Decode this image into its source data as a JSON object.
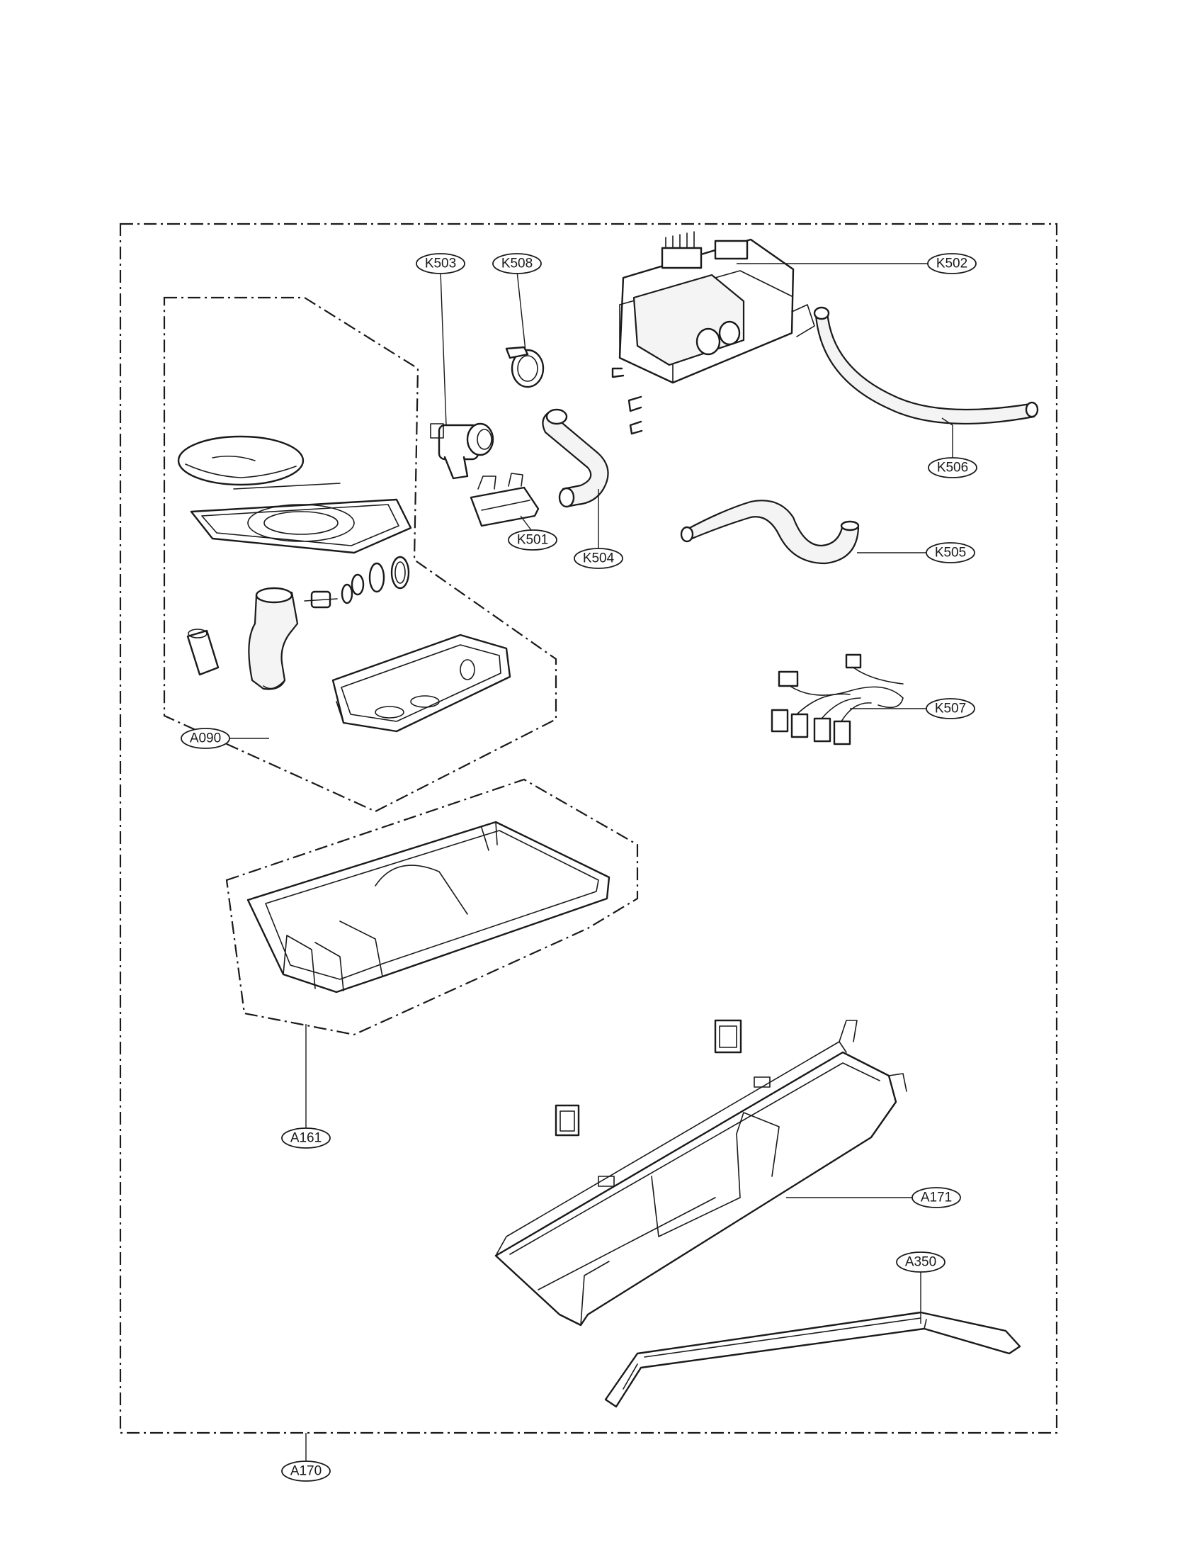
{
  "labels": {
    "k503": "K503",
    "k508": "K508",
    "k502": "K502",
    "k506": "K506",
    "k501": "K501",
    "k504": "K504",
    "k505": "K505",
    "k507": "K507",
    "a090": "A090",
    "a161": "A161",
    "a171": "A171",
    "a350": "A350",
    "a170": "A170"
  }
}
